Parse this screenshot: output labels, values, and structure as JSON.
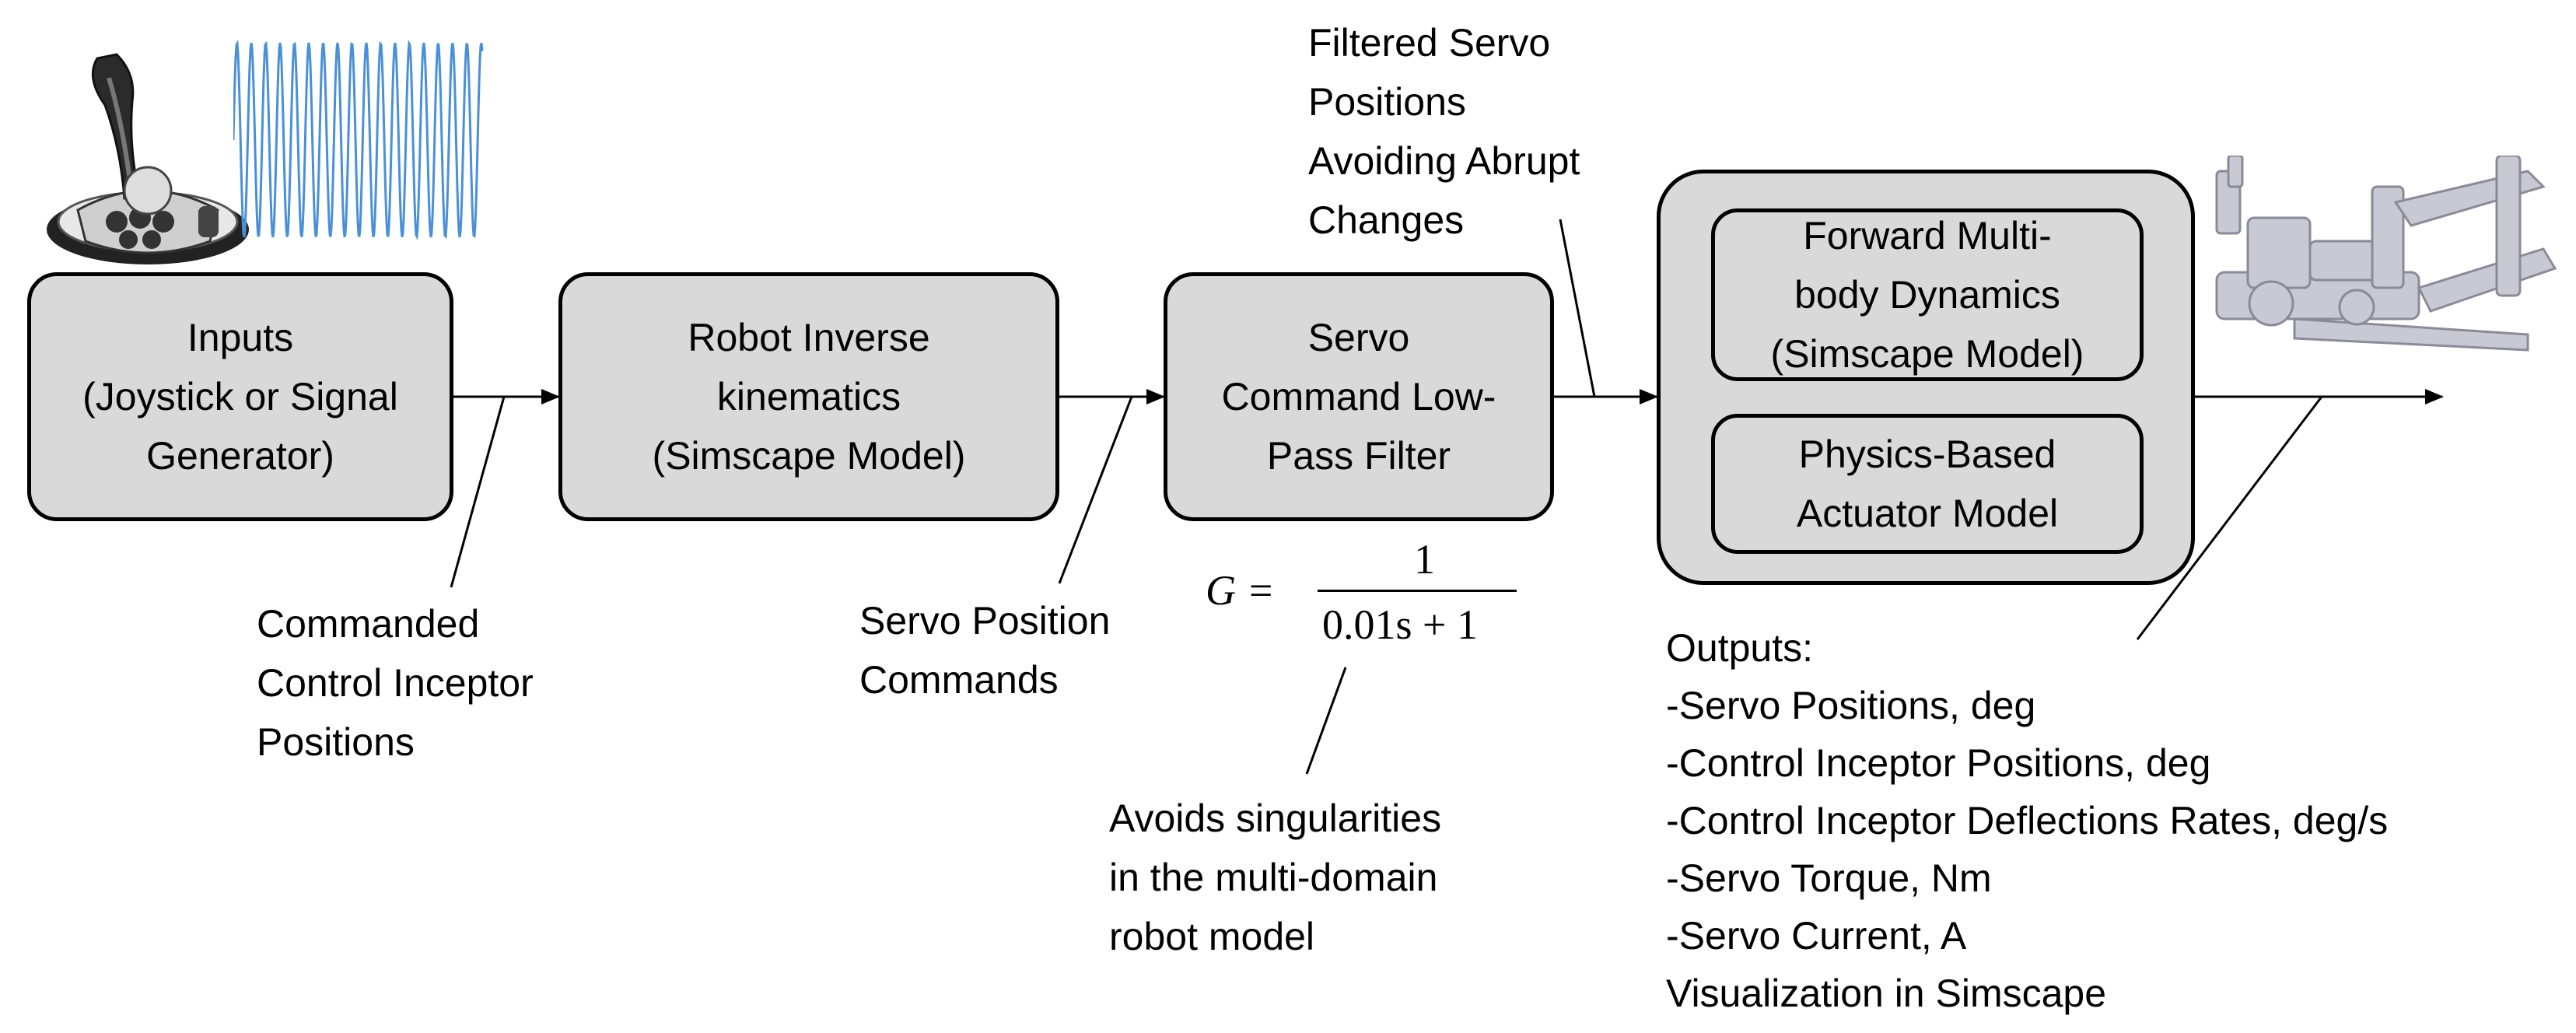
{
  "blocks": {
    "inputs": [
      "Inputs",
      "(Joystick or Signal",
      "Generator)"
    ],
    "inverse_kinematics": [
      "Robot Inverse",
      "kinematics",
      "(Simscape Model)"
    ],
    "filter": [
      "Servo",
      "Command Low-",
      "Pass Filter"
    ],
    "forward_dynamics": [
      "Forward Multi-",
      "body Dynamics",
      "(Simscape Model)"
    ],
    "actuator": [
      "Physics-Based",
      "Actuator Model"
    ]
  },
  "annotations": {
    "commanded": [
      "Commanded",
      "Control Inceptor",
      "Positions"
    ],
    "servo_commands": [
      "Servo Position",
      "Commands"
    ],
    "filtered": [
      "Filtered Servo",
      "Positions",
      "Avoiding Abrupt",
      "Changes"
    ],
    "singularities": [
      "Avoids singularities",
      "in the multi-domain",
      "robot model"
    ]
  },
  "formula": {
    "lhs": "G =",
    "numerator": "1",
    "denominator": "0.01s + 1"
  },
  "outputs": {
    "title": "Outputs:",
    "dash": "-",
    "items": [
      "Servo Positions, deg",
      "Control Inceptor Positions, deg",
      "Control Inceptor Deflections Rates, deg/s",
      "Servo Torque, Nm",
      "Servo Current, A"
    ],
    "footer": "Visualization in Simscape"
  }
}
